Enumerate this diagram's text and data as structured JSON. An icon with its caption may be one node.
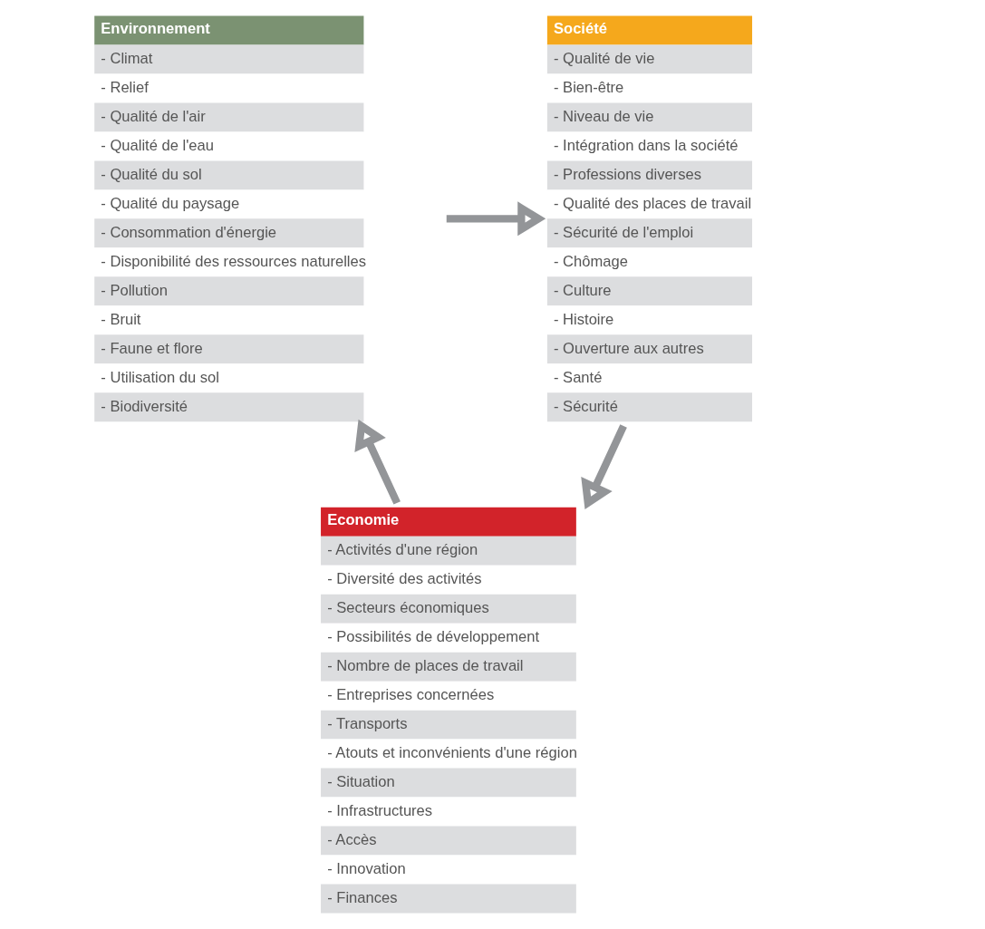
{
  "diagram": {
    "nodes": [
      {
        "text": [
          "Environnement",
          "- Climat",
          "- Relief",
          "- Qualité de l'air",
          "- Qualité de l'eau",
          "- Qualité du sol",
          "- Qualité du paysage",
          "- Consommation d'énergie",
          "- Disponibilité des ressources naturelles",
          "- Pollution",
          "- Bruit",
          "- Faune et flore",
          "- Utilisation du sol",
          "- Biodiversité"
        ]
      },
      {
        "text": [
          "Société",
          "- Qualité de vie",
          "- Bien-être",
          "- Niveau de vie",
          "- Intégration dans la société",
          "- Professions diverses",
          "- Qualité des places de travail",
          "- Sécurité de l'emploi",
          "- Chômage",
          "- Culture",
          "- Histoire",
          "- Ouverture aux autres",
          "- Santé",
          "- Sécurité"
        ]
      },
      {
        "text": [
          "Economie",
          "- Activités d'une région",
          "- Diversité des activités",
          "- Secteurs économiques",
          "- Possibilités de développement",
          "- Nombre de places de travail",
          "- Entreprises concernées",
          "- Transports",
          "- Atouts et inconvénients d'une région",
          "- Situation",
          "- Infrastructures",
          "- Accès",
          "- Innovation",
          "- Finances"
        ]
      }
    ],
    "edges": [
      {
        "from": 0,
        "to": 1,
        "arrow": "to"
      },
      {
        "from": 1,
        "to": 2,
        "arrow": "to"
      },
      {
        "from": 2,
        "to": 0,
        "arrow": "to"
      }
    ]
  }
}
